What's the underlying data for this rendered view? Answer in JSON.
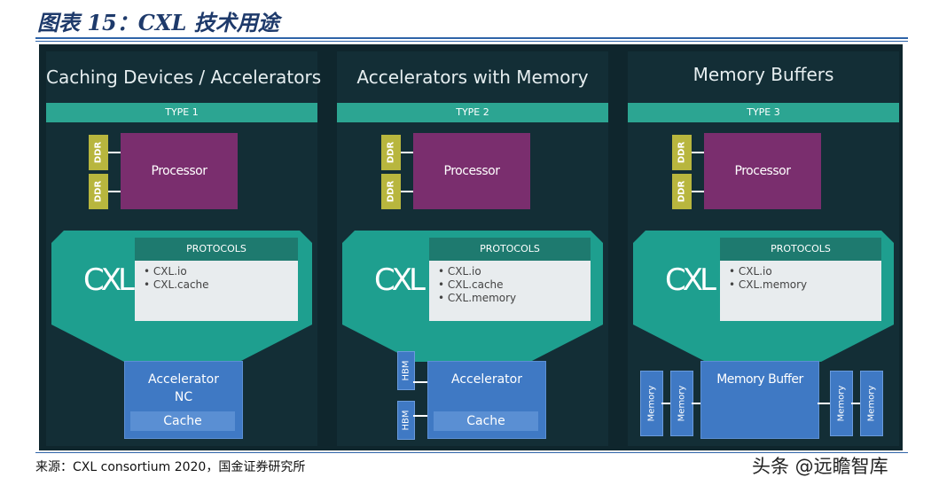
{
  "title": "图表 15：CXL 技术用途",
  "cxl_logo": "CXL",
  "protocols_label": "PROTOCOLS",
  "columns": [
    {
      "heading": "Caching Devices / Accelerators",
      "type": "TYPE 1",
      "ddr": [
        "DDR",
        "DDR"
      ],
      "processor": "Processor",
      "protocols": [
        "CXL.io",
        "CXL.cache"
      ],
      "device": "Accelerator",
      "device_sub": "NC",
      "cache": "Cache"
    },
    {
      "heading": "Accelerators with Memory",
      "type": "TYPE 2",
      "ddr": [
        "DDR",
        "DDR"
      ],
      "processor": "Processor",
      "protocols": [
        "CXL.io",
        "CXL.cache",
        "CXL.memory"
      ],
      "device": "Accelerator",
      "cache": "Cache",
      "hbm": [
        "HBM",
        "HBM"
      ]
    },
    {
      "heading": "Memory Buffers",
      "type": "TYPE 3",
      "ddr": [
        "DDR",
        "DDR"
      ],
      "processor": "Processor",
      "protocols": [
        "CXL.io",
        "CXL.memory"
      ],
      "device": "Memory Buffer",
      "memory": [
        "Memory",
        "Memory",
        "Memory",
        "Memory"
      ]
    }
  ],
  "source": "来源：CXL consortium 2020，国金证券研究所",
  "watermark": "头条 @远瞻智库"
}
